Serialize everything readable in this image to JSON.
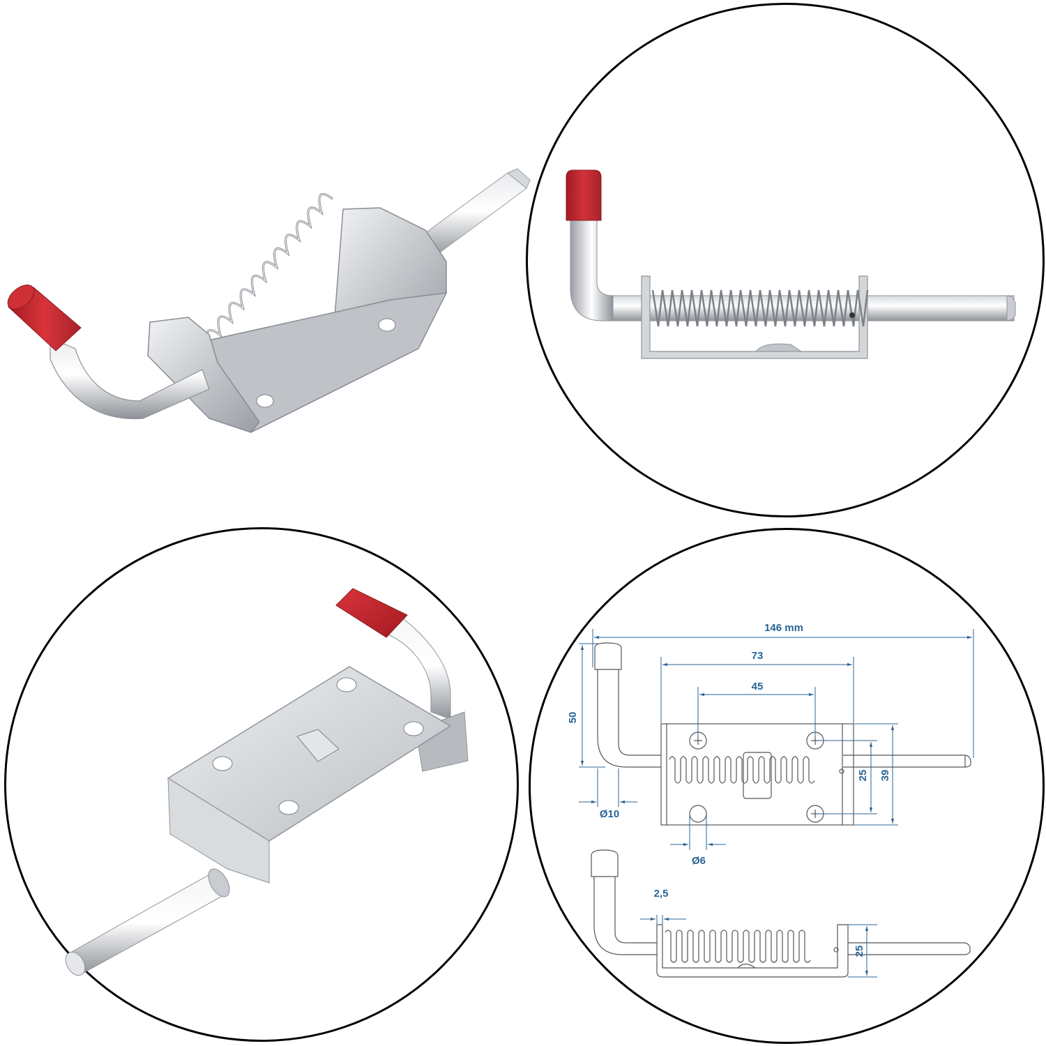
{
  "product": {
    "name": "Spring bolt latch",
    "finish": "zinc-plated steel",
    "handle_cap_color": "#c8282e",
    "metal_color": "#c9ccd0"
  },
  "panels": [
    {
      "id": "photo-perspective",
      "position": "top-left",
      "framed": false
    },
    {
      "id": "photo-side",
      "position": "top-right",
      "framed": true
    },
    {
      "id": "photo-underside",
      "position": "bottom-left",
      "framed": true
    },
    {
      "id": "technical-drawing",
      "position": "bottom-right",
      "framed": true
    }
  ],
  "drawing": {
    "dimension_color": "#2a6496",
    "dimensions": {
      "overall_length": "146 mm",
      "plate_length": "73",
      "hole_spacing_length": "45",
      "handle_height": "50",
      "hole_spacing_width": "25",
      "plate_width": "39",
      "pin_diameter": "Ø10",
      "hole_diameter": "Ø6",
      "plate_thickness": "2,5",
      "side_height": "25"
    }
  },
  "colors": {
    "frame": "#000000",
    "background": "#ffffff",
    "line": "#555555"
  }
}
